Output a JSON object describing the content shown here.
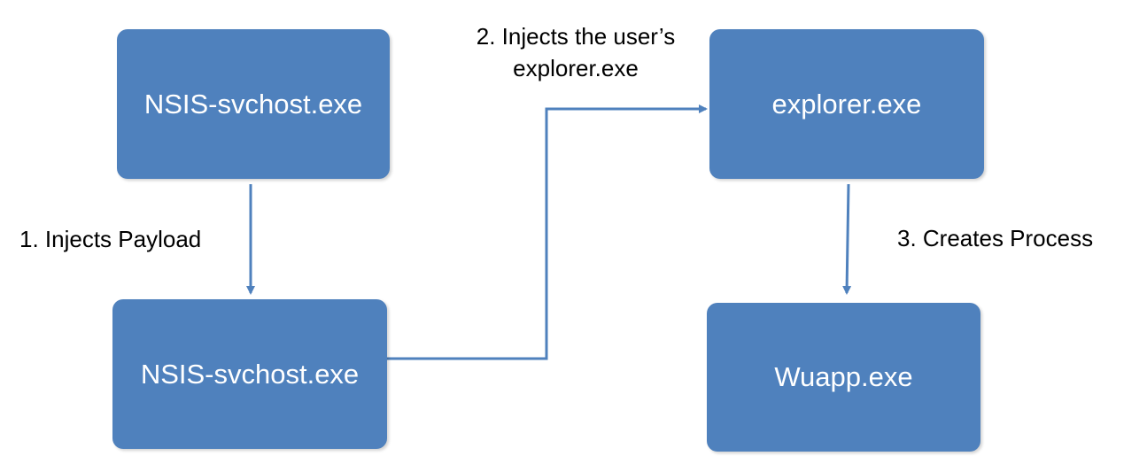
{
  "colors": {
    "box_fill": "#4f81bd",
    "box_text": "#ffffff",
    "connector": "#4f81bd",
    "label_text": "#000000",
    "background": "#ffffff"
  },
  "nodes": {
    "top_left": "NSIS-svchost.exe",
    "bottom_left": "NSIS-svchost.exe",
    "top_right": "explorer.exe",
    "bottom_right": "Wuapp.exe"
  },
  "edges": {
    "step1": "1. Injects Payload",
    "step2_line1": "2. Injects the user’s",
    "step2_line2": "explorer.exe",
    "step3": "3. Creates Process"
  }
}
